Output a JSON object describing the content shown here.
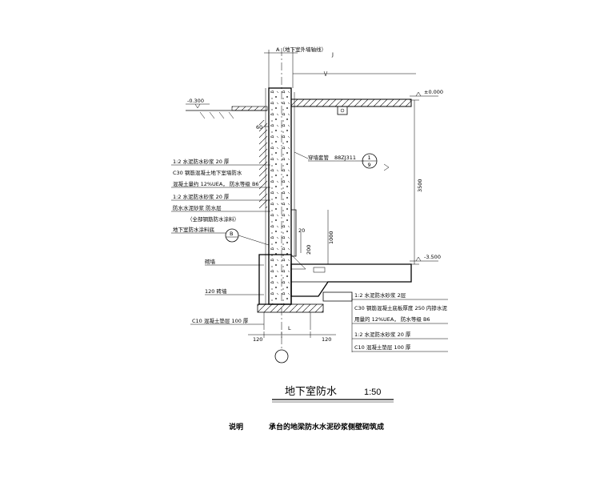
{
  "drawing": {
    "title": "地下室防水",
    "scale": "1:50",
    "note_label": "说明",
    "note_text": "承台的地梁防水水泥砂浆侧壁砌筑成",
    "top_label": "A（地下室外墙轴线）",
    "top_axis_mark": "J",
    "axis_bottom": "L",
    "levels": {
      "outside_ground": "-0.300",
      "indoor_floor": "±0.000",
      "basement_floor": "-3.500"
    },
    "dims": {
      "height_right": "3500",
      "height_inner": "1000",
      "d60": "60",
      "d200": "200",
      "d20": "20",
      "d120_left": "120",
      "d120_right": "120",
      "d120_brick": "120"
    },
    "callout_1": {
      "number": "1",
      "sheet": "9"
    },
    "callout_B": {
      "letter": "B"
    },
    "label_waterstop": "穿墙套管",
    "label_waterstop_ref": "88ZJ311",
    "left_notes": [
      "1:2  水泥防水砂浆      20 厚",
      "C30  钢筋混凝土地下室墙防水",
      "混凝土量约  12%UEA，  防水等级  B6",
      "1:2  水泥防水砂浆      20 厚",
      "防水水泥砂浆      防水层",
      "（全部钢筋防水涂料）",
      "地下室防水涂料底",
      "砌墙",
      "120  砖墙",
      "C10  混凝土垫层      100 厚"
    ],
    "right_notes": [
      "1:2  水泥防水砂浆      2层",
      "C30  钢筋混凝土底板厚度      250  内掺水泥",
      "用量的  12%UEA，  防水等级  B6",
      "1:2  水泥防水砂浆      20 厚",
      "C10  混凝土垫层      100 厚"
    ]
  }
}
